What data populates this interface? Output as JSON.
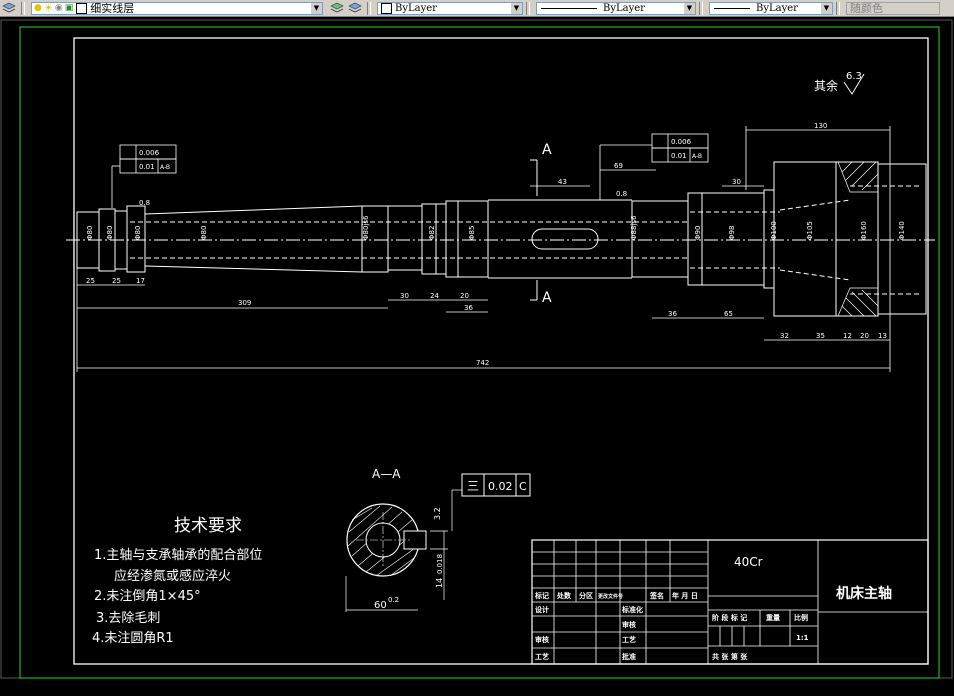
{
  "toolbar": {
    "layer_name": "细实线层",
    "color": "ByLayer",
    "linetype": "ByLayer",
    "lineweight": "ByLayer",
    "plot_style": "随颜色"
  },
  "drawing": {
    "section_label_top": "A",
    "section_label_bottom": "A",
    "roughness_other": "其余",
    "roughness_value": "6.3",
    "tol_frames": {
      "left_top": "0.006",
      "left_bottom": "0.01",
      "left_bottom_ref": "A-B",
      "mid_top": "0.006",
      "mid_bottom": "0.01",
      "mid_bottom_ref": "A-B"
    },
    "dims_top": [
      "0.8",
      "43",
      "69",
      "0.8",
      "30",
      "130"
    ],
    "dims_bottom": [
      "25",
      "25",
      "17",
      "309",
      "30",
      "24",
      "20",
      "36",
      "36",
      "65",
      "32",
      "35",
      "12",
      "20",
      "13"
    ],
    "dim_total": "742",
    "section": {
      "title": "A—A",
      "tol_symbol": "三",
      "tol_value": "0.02",
      "tol_ref": "C",
      "dim_width": "60",
      "dim_width_tol": "0.2",
      "dim_key": "14",
      "dim_key_tol": "0.018",
      "dim_small": "3.2"
    },
    "tech_requirements": {
      "title": "技术要求",
      "items": [
        "1.主轴与支承轴承的配合部位",
        "应经渗氮或感应淬火",
        "2.未注倒角1×45°",
        "3.去除毛刺",
        "4.未注圆角R1"
      ]
    },
    "title_block": {
      "material": "40Cr",
      "part_name": "机床主轴",
      "row_labels": [
        "标记",
        "处数",
        "分区",
        "更改文件号",
        "签名",
        "年 月 日"
      ],
      "design": "设计",
      "standardize": "标准化",
      "review": "审核",
      "process": "工艺",
      "approve": "批准",
      "check": "审核",
      "stage_mark": "阶 段 标 记",
      "weight": "重量",
      "scale": "比例",
      "scale_value": "1:1",
      "sheets": "共    张  第    张"
    }
  }
}
